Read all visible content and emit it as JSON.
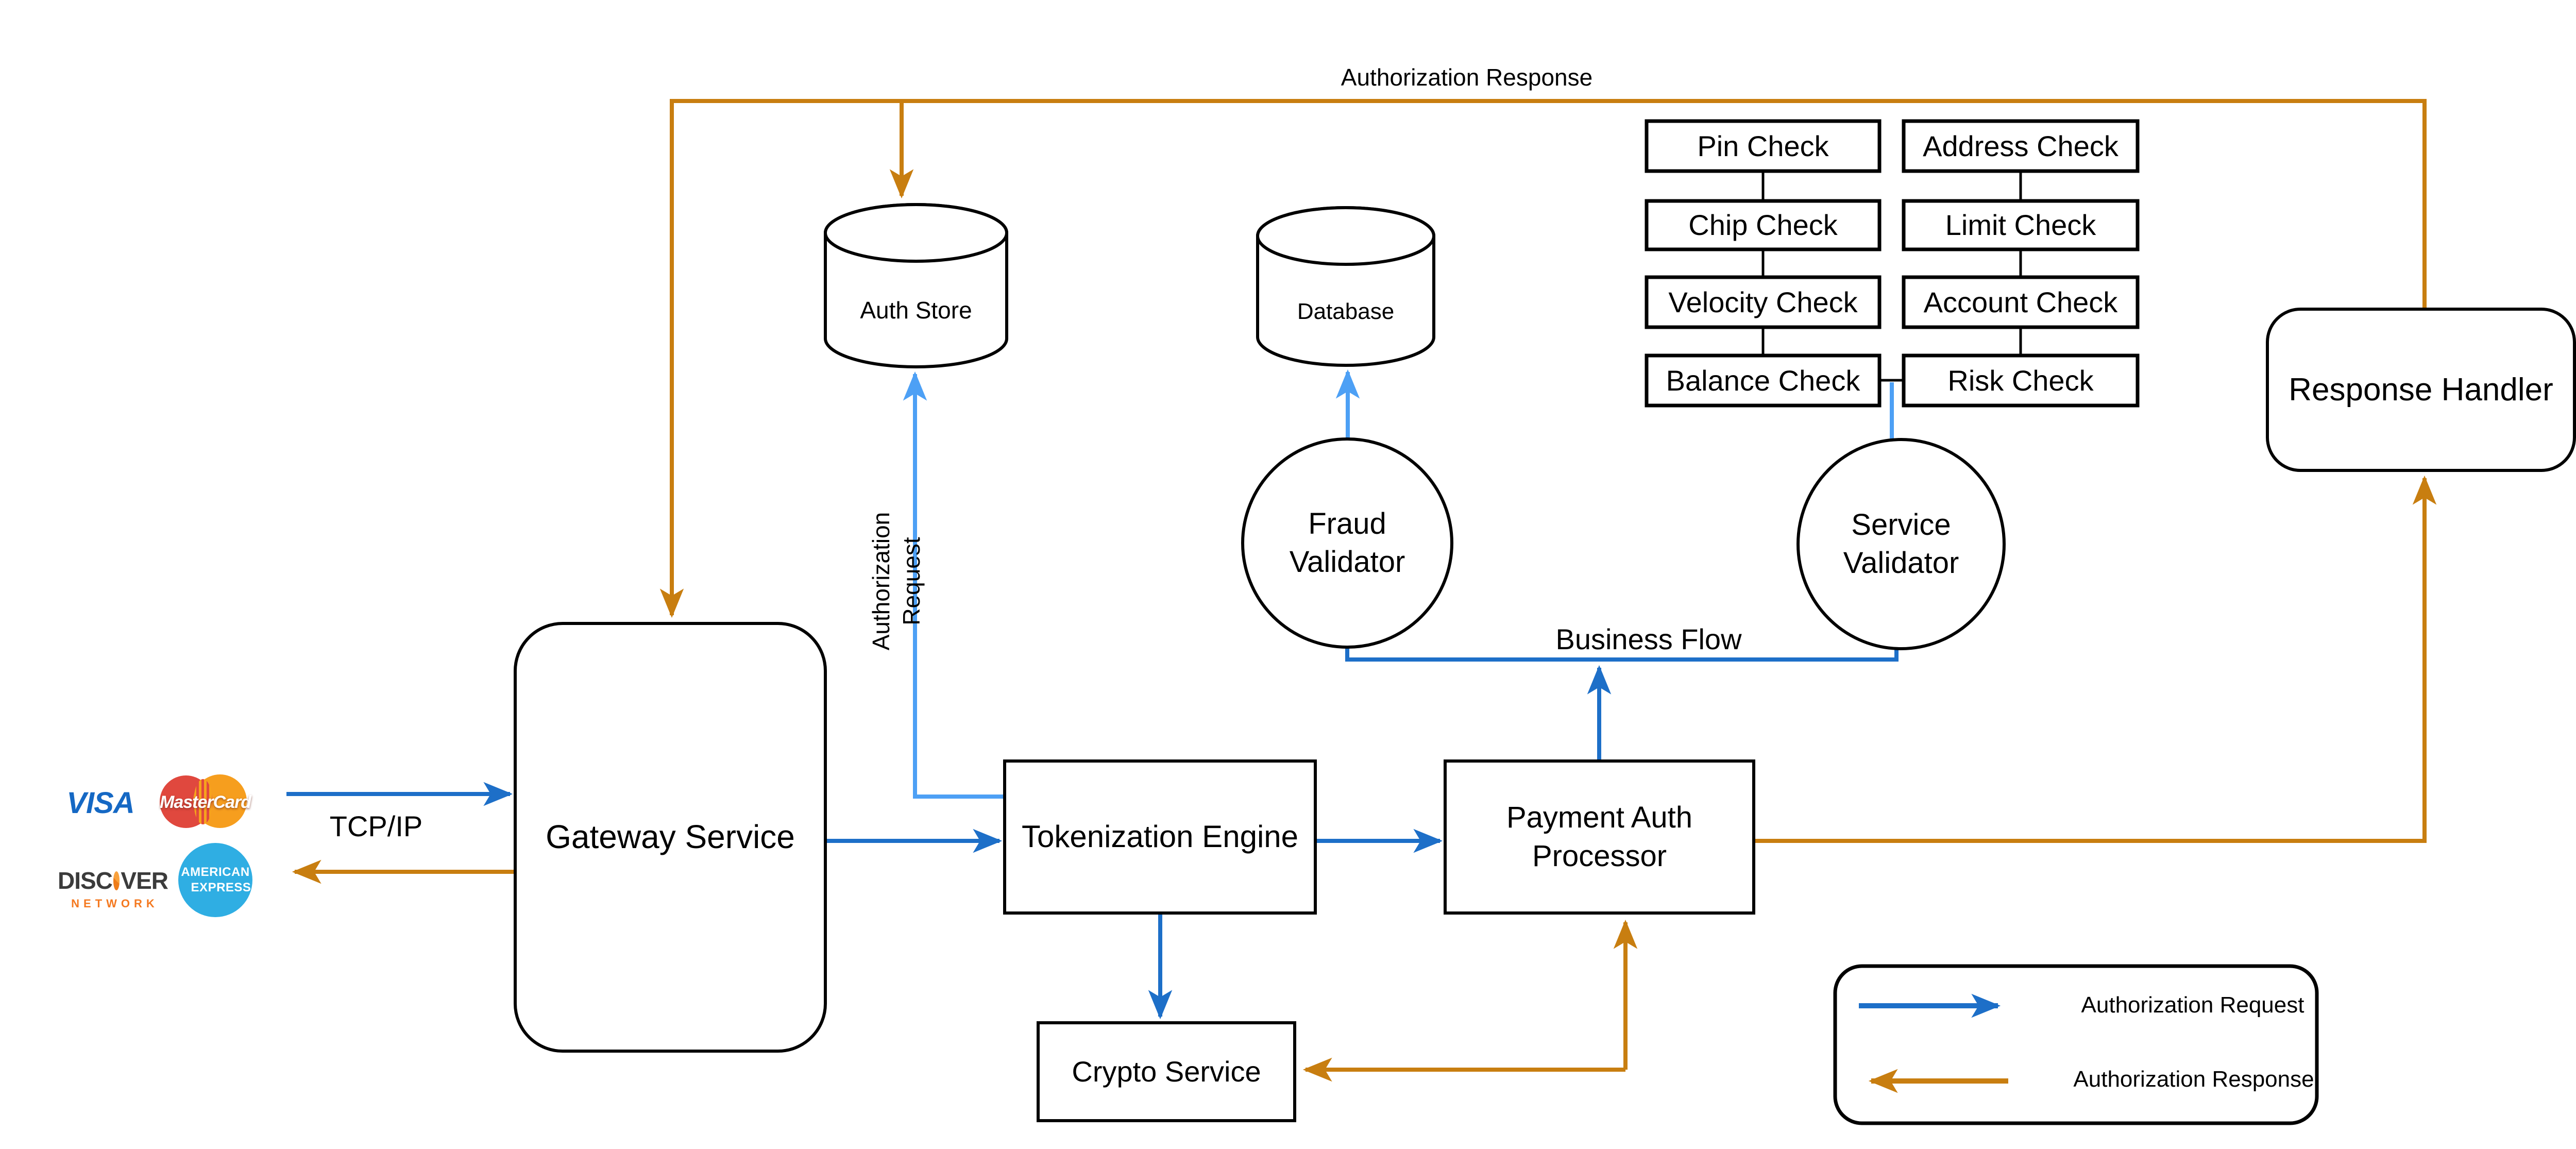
{
  "colors": {
    "auth_request_blue": "#1D6FC8",
    "auth_request_light_blue": "#4DA0F5",
    "auth_response_orange": "#C87E10",
    "node_border": "#000000",
    "canvas_background": "#FFFFFF",
    "visa_blue": "#1568C4",
    "mastercard_red": "#E0483E",
    "mastercard_orange": "#F69E1E",
    "discover_orange": "#F47920",
    "discover_text_gray": "#3B3B3B",
    "amex_blue": "#2FAEE3"
  },
  "nodes": {
    "gateway_service": "Gateway Service",
    "tokenization_engine": "Tokenization Engine",
    "payment_auth_processor": "Payment Auth\nProcessor",
    "crypto_service": "Crypto Service",
    "response_handler": "Response Handler",
    "auth_store": "Auth Store",
    "database": "Database",
    "fraud_validator": "Fraud\nValidator",
    "service_validator": "Service\nValidator"
  },
  "checks": {
    "left": [
      "Pin Check",
      "Chip Check",
      "Velocity Check",
      "Balance Check"
    ],
    "right": [
      "Address Check",
      "Limit Check",
      "Account Check",
      "Risk Check"
    ]
  },
  "edge_labels": {
    "tcp_ip": "TCP/IP",
    "business_flow": "Business Flow",
    "authorization_request": "Authorization Request",
    "authorization_response": "Authorization Response"
  },
  "legend": {
    "request_label": "Authorization Request",
    "response_label": "Authorization Response"
  },
  "card_networks": {
    "visa": "VISA",
    "mastercard": "MasterCard",
    "discover_pre": "DISC",
    "discover_post": "VER",
    "discover_network": "NETWORK",
    "amex_line1": "AMERICAN",
    "amex_line2": "EXPRESS"
  }
}
